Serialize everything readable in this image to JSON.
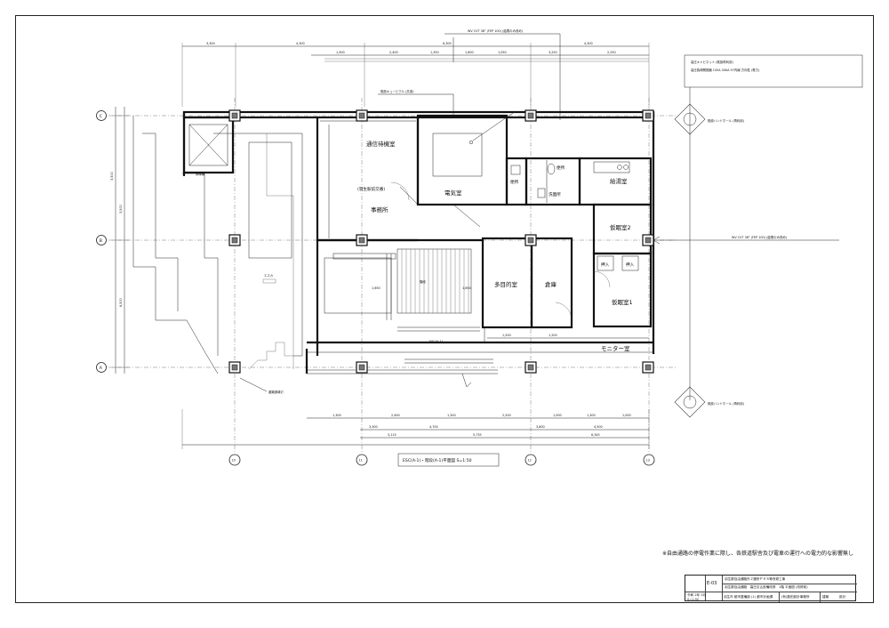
{
  "rooms": {
    "comm_waiting": "通信待機室",
    "electrical": "電気室",
    "station_office_label": "(羽生駅前交番)",
    "office": "事務所",
    "storage_a": "便所",
    "toilet_b": "便所",
    "washroom": "洗面所",
    "kitchen": "給湯室",
    "nap1": "仮眠室2",
    "closet1": "押入",
    "closet2": "押入",
    "nap2": "仮眠室1",
    "multipurpose": "多目的室",
    "warehouse": "倉庫",
    "monitor": "モニター室",
    "elevator": "昇降機"
  },
  "annotations": {
    "top_cable": "WV CVT 38° (FEP 100) (給電のみ改め)",
    "cubicle": "既設キュービクル (共用)",
    "right_cable": "WV CVT 38° (FEP 100) (給電のみ改め)",
    "handhole_top": "既設ハンドホール (再利用)",
    "handhole_bottom": "既設ハンドホール (再利用)",
    "cabinet_line1": "高圧キャビネット (既設再利用)",
    "cabinet_line2": "高圧負荷開閉器 100A 30KA 97内線 方向性 (電力)",
    "stairs": "階段",
    "escalator": "ESC(A-1)",
    "legend_marker": "避難誘導灯"
  },
  "grid": {
    "rows": [
      "C",
      "B",
      "A"
    ],
    "cols": [
      "10",
      "11",
      "12",
      "13"
    ]
  },
  "dims": {
    "top": [
      "3,300",
      "4,300",
      "6,300",
      "4,300"
    ],
    "top_sub": [
      "1,500",
      "2,400",
      "1,350",
      "1,600",
      "1,050",
      "3,250",
      "2,250"
    ],
    "bottom": [
      "3,300",
      "4,700",
      "3,800",
      "4,500"
    ],
    "bottom_sub": [
      "1,300",
      "2,400",
      "1,300",
      "2,200",
      "1,000",
      "1,300",
      "1,000"
    ],
    "bottom_total": [
      "3,115",
      "5,735",
      "6,345"
    ],
    "left": [
      "3,500",
      "3,500",
      "6,500"
    ],
    "interior": [
      "1,200",
      "1,200",
      "1,650",
      "1,650"
    ]
  },
  "title_caption": "ESC(A-1)・階段(A-1)平面図 S=1:50",
  "note": "※自由通路の停電作業に際し、各鉄道駅舎及び電車の運行への電力的な影響無し",
  "title_block": {
    "project_line1": "羽生駅自由通路外２箇所ＰＡＳ等改修工事",
    "drawing_no": "E-03",
    "project_line2": "羽生駅自由通路　高圧引込設備改修　1階 平面図 (改修前)",
    "date": "令和 2年 5月",
    "scale": "S=1:50",
    "office": "羽生市 都市整備部 (1) 都市計画課",
    "designer": "(有)藤田設計事務所",
    "drafter": "建築",
    "checker": "設計"
  }
}
